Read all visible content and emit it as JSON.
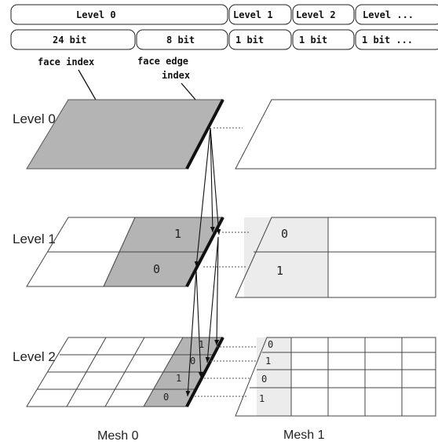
{
  "bit_layout": {
    "row1": [
      "Level 0",
      "Level 1",
      "Level 2",
      "Level ..."
    ],
    "row2": [
      "24 bit",
      "8 bit",
      "1 bit",
      "1 bit",
      "1 bit ..."
    ]
  },
  "annotations": {
    "face_index": "face index",
    "face_edge_index_line1": "face edge",
    "face_edge_index_line2": "index"
  },
  "levels": {
    "level0": "Level 0",
    "level1": "Level 1",
    "level2": "Level 2"
  },
  "meshes": {
    "mesh0": "Mesh 0",
    "mesh1": "Mesh 1"
  },
  "mesh0_digits": {
    "level1": [
      "1",
      "0"
    ],
    "level2": [
      "1",
      "0",
      "1",
      "0"
    ]
  },
  "mesh1_digits": {
    "level1": [
      "0",
      "1"
    ],
    "level2": [
      "0",
      "1",
      "0",
      "1"
    ]
  },
  "colors": {
    "dark_fill": "#b4b4b4",
    "light_fill": "#ececec",
    "edge": "#111111",
    "grid": "#444444"
  }
}
